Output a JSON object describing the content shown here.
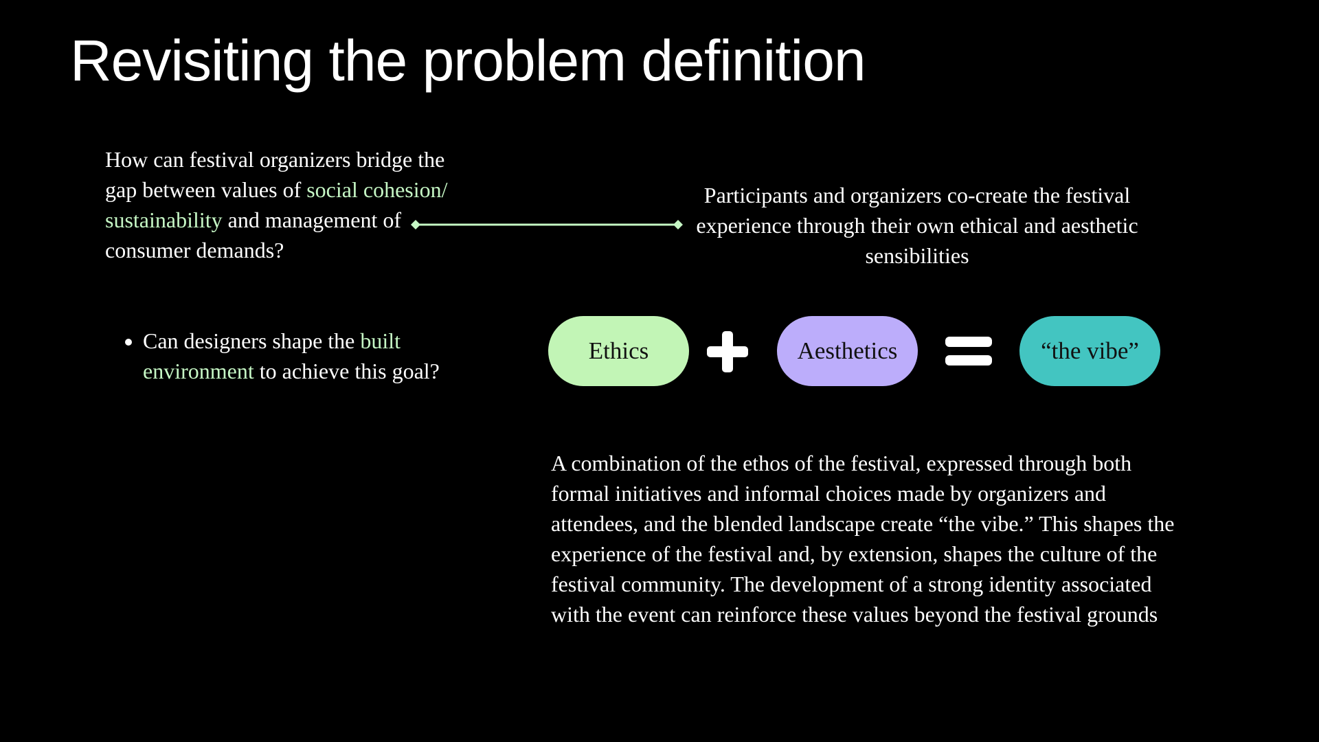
{
  "slide": {
    "title": "Revisiting the problem definition"
  },
  "question": {
    "part1": "How can festival organizers bridge the gap between values of ",
    "highlight": "social cohesion/ sustainability",
    "part2": " and management of consumer demands?"
  },
  "bullet": {
    "part1": "Can designers shape the ",
    "highlight": "built environment",
    "part2": " to achieve this goal?"
  },
  "statement": "Participants and organizers co-create the festival experience through their own ethical and aesthetic sensibilities",
  "equation": {
    "term1": "Ethics",
    "term2": "Aesthetics",
    "result": "“the vibe”",
    "plus_icon": "plus-icon",
    "equals_icon": "equals-icon"
  },
  "description": "A combination of the ethos of the festival, expressed through both formal initiatives and informal choices made by organizers and attendees, and the blended landscape create “the vibe.” This shapes the experience of the festival and, by extension, shapes the culture of the festival community. The development of a strong identity associated with the event can reinforce these values beyond the festival grounds",
  "colors": {
    "background": "#000000",
    "text": "#ffffff",
    "highlight": "#c6f7c5",
    "ethics_pill": "#c2f5b6",
    "aesthetics_pill": "#bcadfb",
    "vibe_pill": "#43c5c1",
    "connector": "#c6f7c5"
  }
}
